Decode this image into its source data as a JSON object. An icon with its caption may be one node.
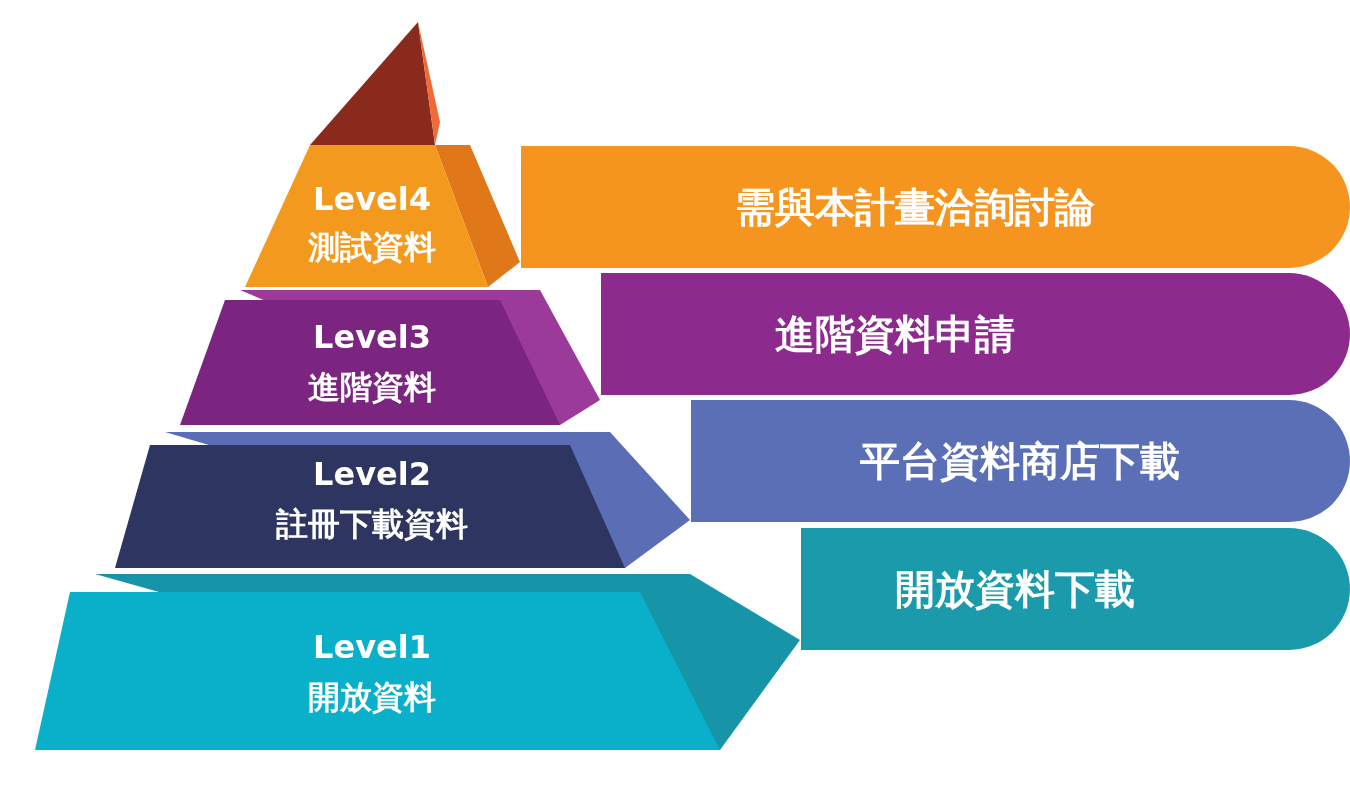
{
  "diagram": {
    "nodes": [
      {
        "text": [],
        "shape": "triangle"
      },
      {
        "text": [
          "Level4",
          "測試資料"
        ]
      },
      {
        "text": [
          "需與本計畫洽詢討論"
        ]
      },
      {
        "text": [
          "Level3",
          "進階資料"
        ]
      },
      {
        "text": [
          "進階資料申請"
        ]
      },
      {
        "text": [
          "Level2",
          "註冊下載資料"
        ]
      },
      {
        "text": [
          "平台資料商店下載"
        ]
      },
      {
        "text": [
          "Level1",
          "開放資料"
        ]
      },
      {
        "text": [
          "開放資料下載"
        ]
      }
    ]
  }
}
